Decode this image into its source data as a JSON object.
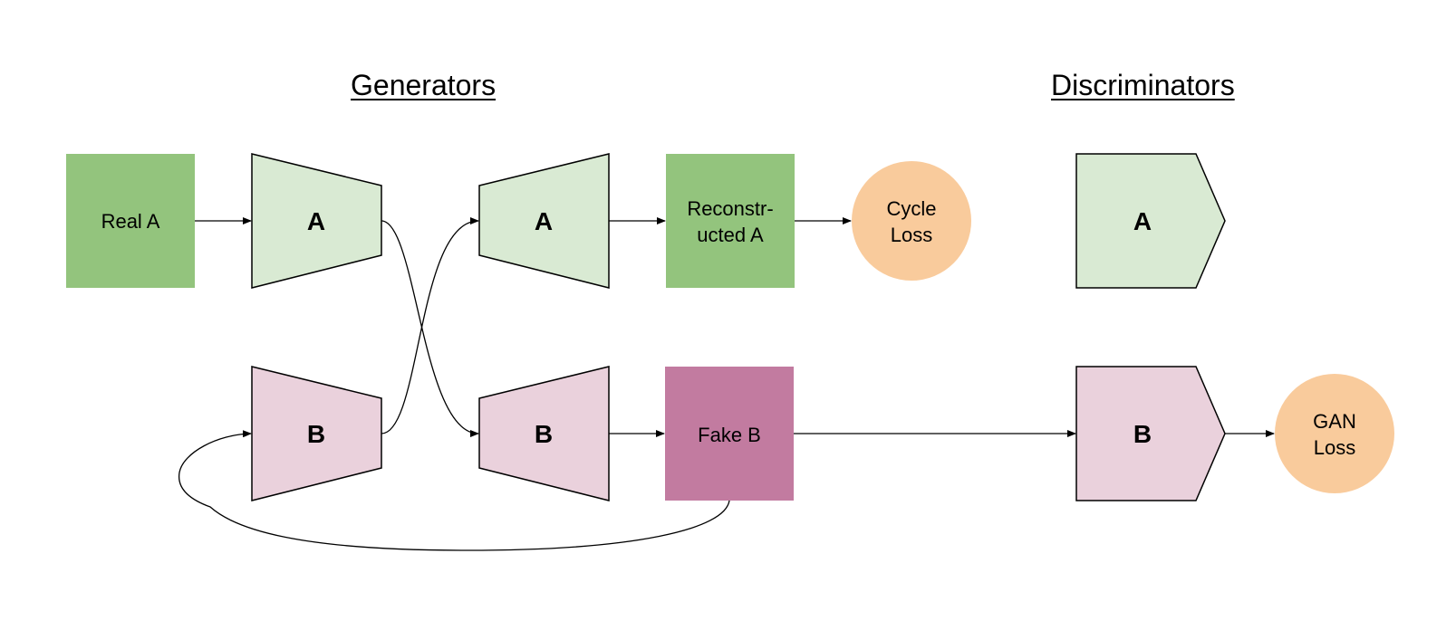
{
  "headings": {
    "generators": "Generators",
    "discriminators": "Discriminators"
  },
  "nodes": {
    "real_a": "Real A",
    "gen_a1": "A",
    "gen_a2": "A",
    "recon_a_line1": "Reconstr-",
    "recon_a_line2": "ucted A",
    "cycle_loss_line1": "Cycle",
    "cycle_loss_line2": "Loss",
    "disc_a": "A",
    "gen_b1": "B",
    "gen_b2": "B",
    "fake_b": "Fake B",
    "disc_b": "B",
    "gan_loss_line1": "GAN",
    "gan_loss_line2": "Loss"
  },
  "colors": {
    "data_green": "#93c47d",
    "gen_a_light_green": "#d9ead3",
    "gen_b_light_pink": "#ead1dc",
    "fake_magenta": "#c27ba0",
    "loss_orange": "#f9cb9c",
    "stroke": "#000000"
  }
}
